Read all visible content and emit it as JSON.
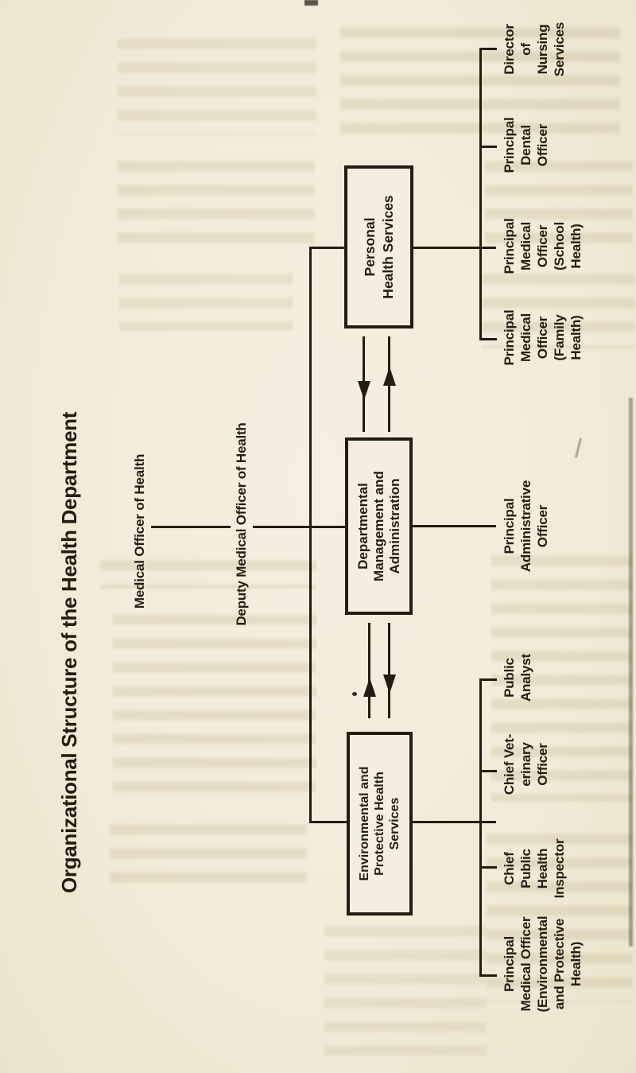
{
  "page": {
    "title": "Organizational Structure of the Health Department"
  },
  "hierarchy": {
    "head": "Medical Officer of Health",
    "deputy": "Deputy Medical Officer of Health",
    "divisions": {
      "personal": {
        "name": "Personal Health Services",
        "lines": [
          "Personal",
          "Health Services"
        ]
      },
      "departmental": {
        "name": "Departmental Management and Administration",
        "lines": [
          "Departmental",
          "Management and",
          "Administration"
        ]
      },
      "environmental": {
        "name": "Environmental and Protective Health Services",
        "lines": [
          "Environmental and",
          "Protective Health",
          "Services"
        ]
      }
    },
    "officers": {
      "personal": [
        {
          "name": "Director of Nursing Services",
          "lines": [
            "Director",
            "of",
            "Nursing",
            "Services"
          ]
        },
        {
          "name": "Principal Dental Officer",
          "lines": [
            "Principal",
            "Dental",
            "Officer"
          ]
        },
        {
          "name": "Principal Medical Officer (School Health)",
          "lines": [
            "Principal",
            "Medical",
            "Officer",
            "(School",
            "Health)"
          ]
        },
        {
          "name": "Principal Medical Officer (Family Health)",
          "lines": [
            "Principal",
            "Medical",
            "Officer",
            "(Family",
            "Health)"
          ]
        }
      ],
      "departmental": [
        {
          "name": "Principal Administrative Officer",
          "lines": [
            "Principal",
            "Administrative",
            "Officer"
          ]
        }
      ],
      "environmental": [
        {
          "name": "Public Analyst",
          "lines": [
            "Public",
            "Analyst"
          ]
        },
        {
          "name": "Chief Veterinary Officer",
          "lines": [
            "Chief Vet-",
            "erinary",
            "Officer"
          ]
        },
        {
          "name": "Chief Public Health Inspector",
          "lines": [
            "Chief",
            "Public",
            "Health",
            "Inspector"
          ]
        },
        {
          "name": "Principal Medical Officer (Environmental and Protective Health)",
          "lines": [
            "Principal",
            "Medical Officer",
            "(Environmental",
            "and Protective",
            "Health)"
          ]
        }
      ]
    }
  },
  "colors": {
    "paper": "#f2edda",
    "ink": "#241c12",
    "ghost_text": "#ac9060"
  }
}
